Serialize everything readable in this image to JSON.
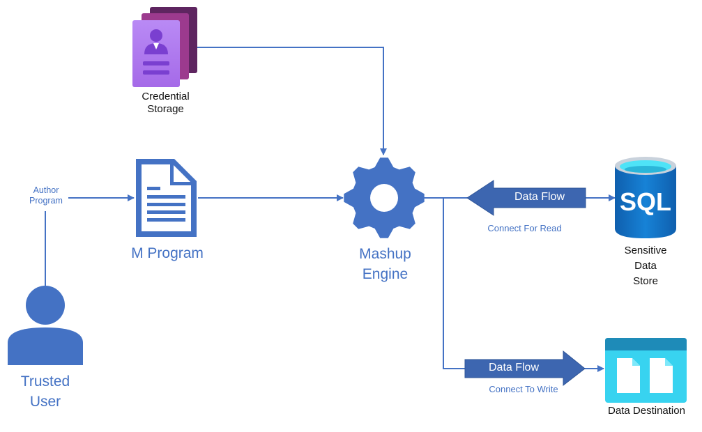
{
  "colors": {
    "primary": "#4472c4",
    "arrow_fill": "#3d66b0",
    "credential_front": "#b57cf0",
    "credential_mid": "#9c3a8e",
    "credential_back": "#5e2560",
    "sql_body": "#1273c7",
    "sql_top": "#4ee3f7",
    "dest_header": "#1e8bb8",
    "dest_body": "#3ad6f2"
  },
  "nodes": {
    "credential": {
      "label_line1": "Credential",
      "label_line2": "Storage",
      "icon": "credential-card-icon"
    },
    "m_program": {
      "label": "M Program",
      "icon": "document-icon"
    },
    "mashup": {
      "label_line1": "Mashup",
      "label_line2": "Engine",
      "icon": "gear-icon"
    },
    "user": {
      "label_line1": "Trusted",
      "label_line2": "User",
      "icon": "user-icon"
    },
    "sql": {
      "label_line1": "Sensitive",
      "label_line2": "Data",
      "label_line3": "Store",
      "icon_text": "SQL",
      "icon": "sql-database-icon"
    },
    "destination": {
      "label": "Data Destination",
      "icon": "storage-files-icon"
    }
  },
  "edges": {
    "author": {
      "label_line1": "Author",
      "label_line2": "Program"
    },
    "read": {
      "arrow_label": "Data Flow",
      "caption": "Connect For Read"
    },
    "write": {
      "arrow_label": "Data Flow",
      "caption": "Connect To Write"
    }
  }
}
